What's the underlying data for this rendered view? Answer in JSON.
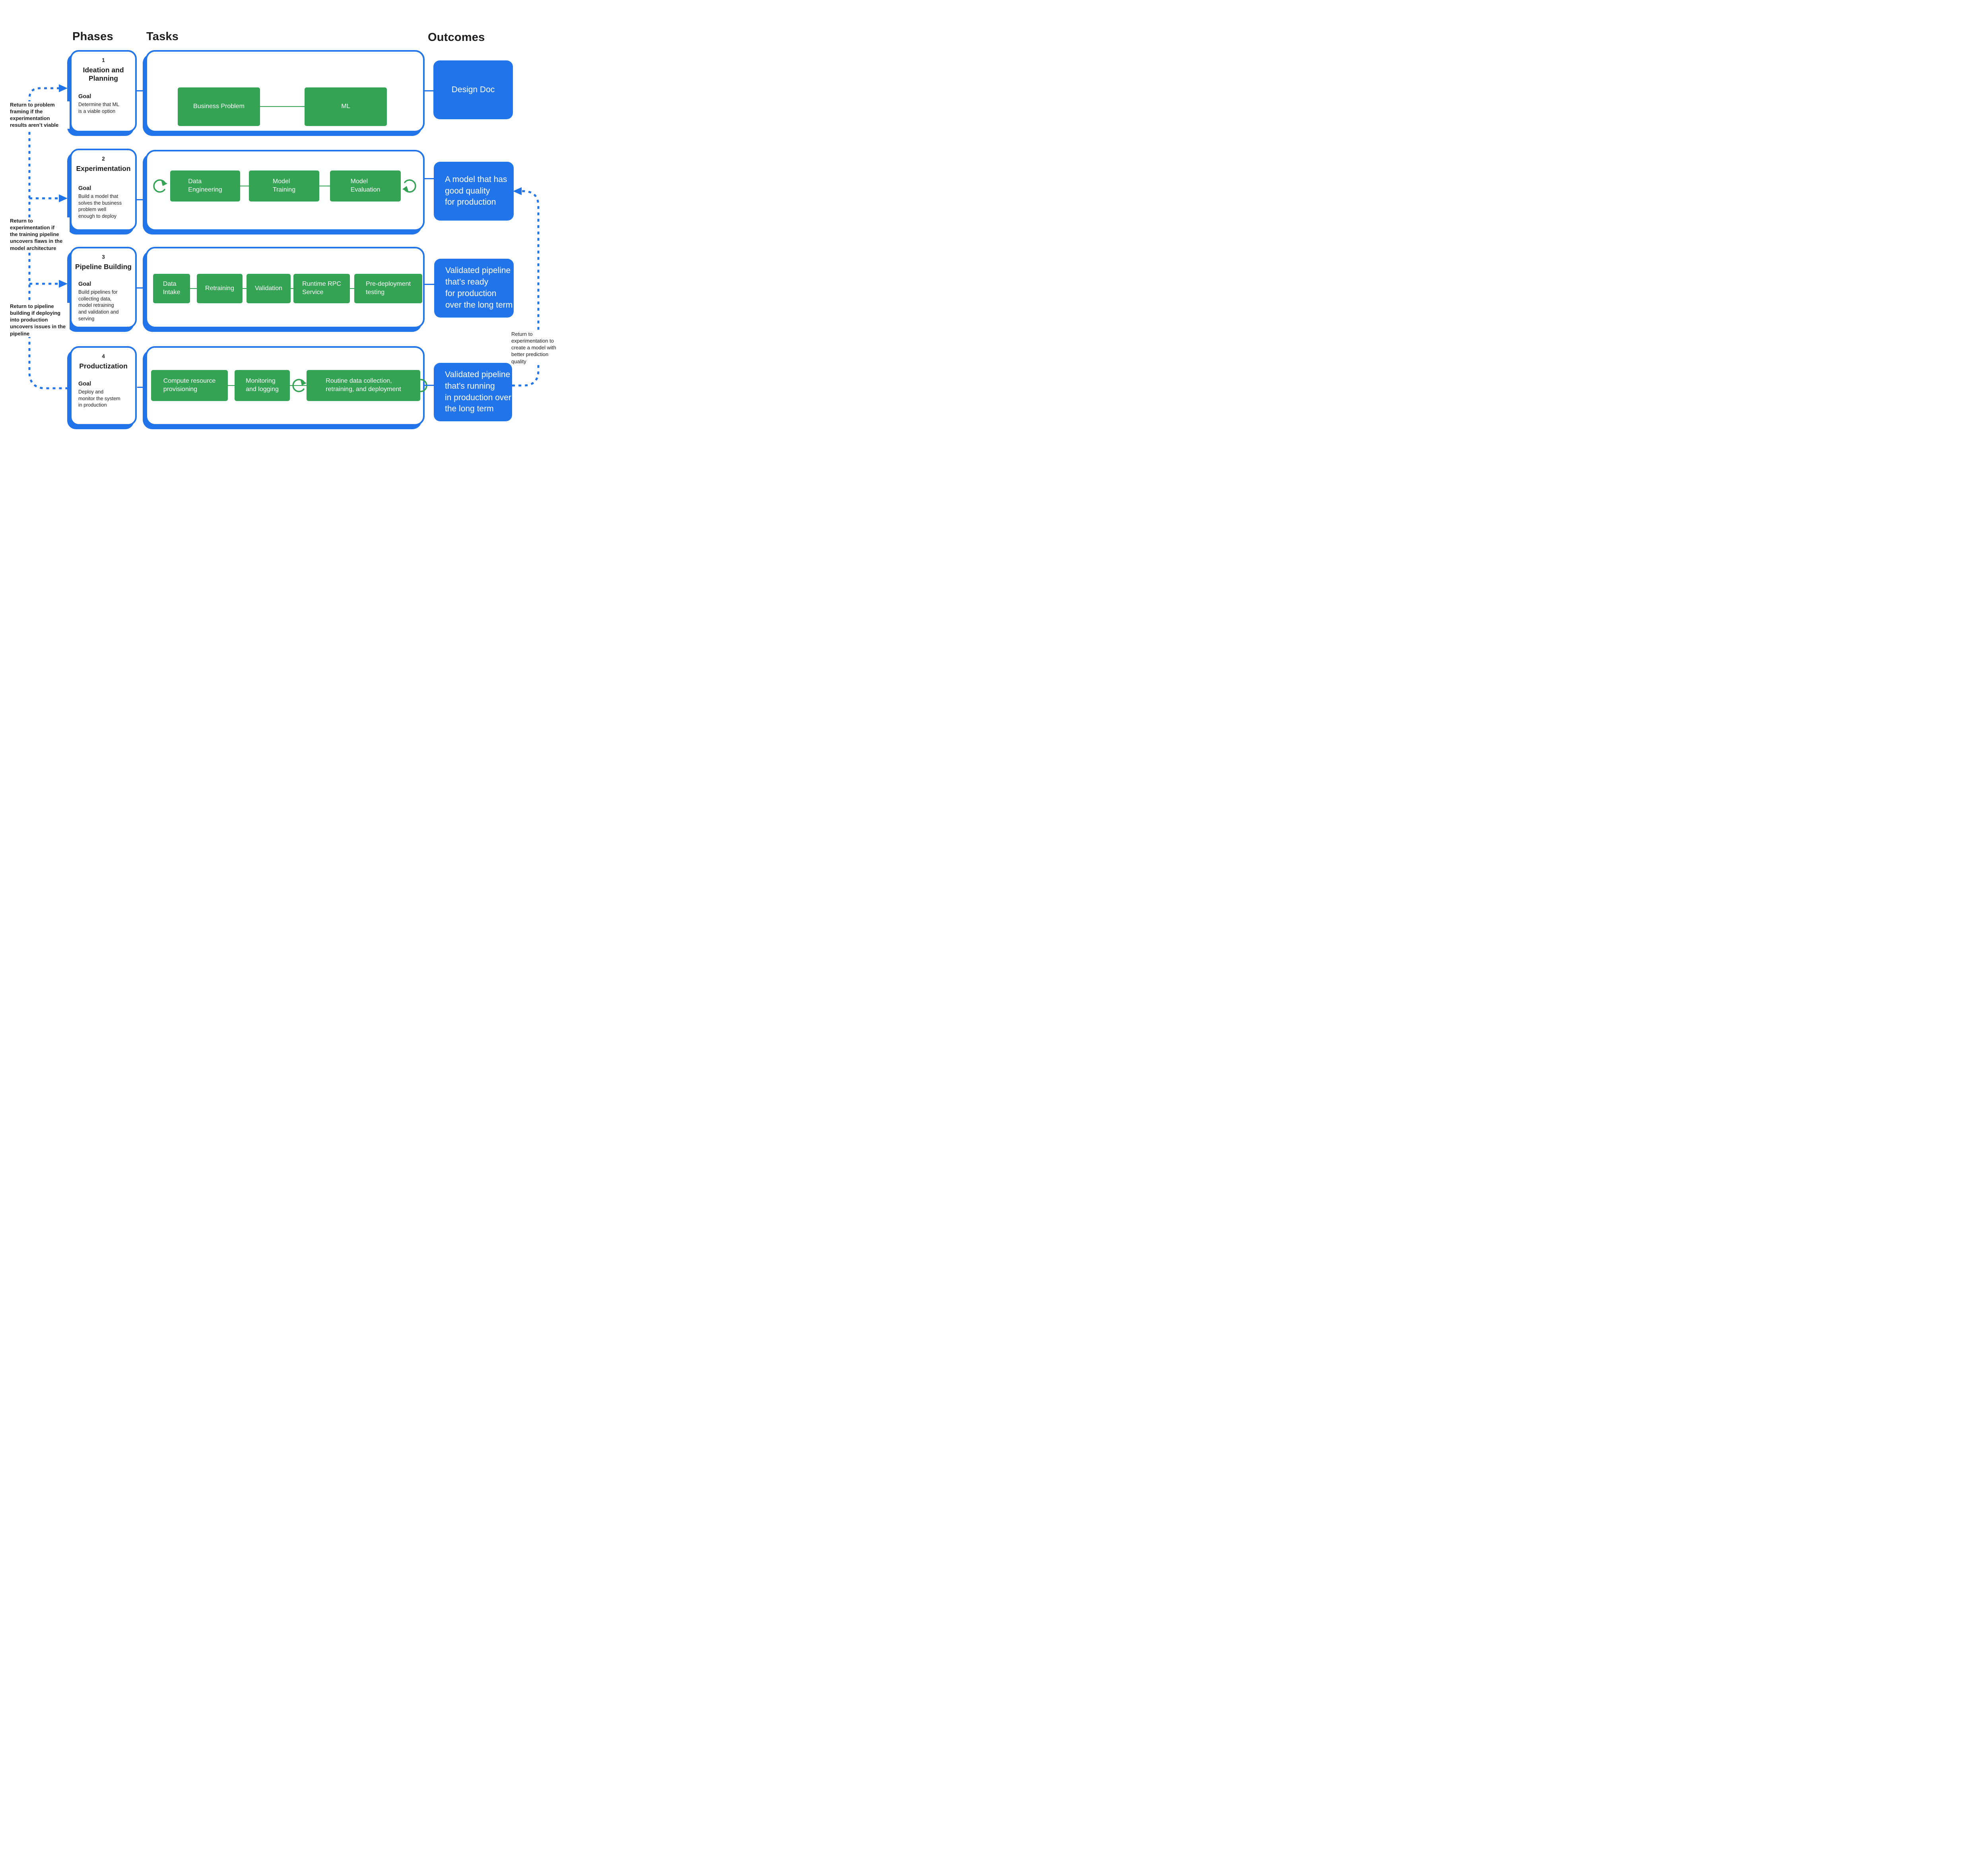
{
  "headers": {
    "phases": "Phases",
    "tasks": "Tasks",
    "outcomes": "Outcomes"
  },
  "colors": {
    "accent_blue": "#2174ea",
    "accent_green": "#34a353",
    "text": "#1d1d1f"
  },
  "phases": [
    {
      "number": "1",
      "title": "Ideation and\nPlanning",
      "goal_label": "Goal",
      "goal": "Determine that ML\nis a viable option",
      "tasks": [
        {
          "label": "Business Problem"
        },
        {
          "label": "ML"
        }
      ],
      "outcome": "Design Doc"
    },
    {
      "number": "2",
      "title": "Experimentation",
      "goal_label": "Goal",
      "goal": "Build a model that\nsolves the business\nproblem well\nenough to deploy",
      "tasks": [
        {
          "label": "Data\nEngineering"
        },
        {
          "label": "Model\nTraining"
        },
        {
          "label": "Model\nEvaluation"
        }
      ],
      "outcome": "A model that has\ngood quality\nfor production"
    },
    {
      "number": "3",
      "title": "Pipeline Building",
      "goal_label": "Goal",
      "goal": "Build pipelines for\ncollecting data,\nmodel retraining\nand validation and\nserving",
      "tasks": [
        {
          "label": "Data\nIntake"
        },
        {
          "label": "Retraining"
        },
        {
          "label": "Validation"
        },
        {
          "label": "Runtime RPC\nService"
        },
        {
          "label": "Pre-deployment\ntesting"
        }
      ],
      "outcome": "Validated pipeline\nthat’s ready\nfor production\nover the long term"
    },
    {
      "number": "4",
      "title": "Productization",
      "goal_label": "Goal",
      "goal": "Deploy and\nmonitor the system\nin production",
      "tasks": [
        {
          "label": "Compute resource\nprovisioning"
        },
        {
          "label": "Monitoring\nand logging"
        },
        {
          "label": "Routine data collection,\nretraining, and deployment"
        }
      ],
      "outcome": "Validated pipeline\nthat’s running\nin production over\nthe long term"
    }
  ],
  "annotations": {
    "left": [
      "Return to problem\nframing if the\nexperimentation\nresults aren’t viable",
      "Return to\nexperimentation if\nthe training pipeline\nuncovers flaws in the\nmodel architecture",
      "Return to pipeline\nbuilding if deploying\ninto production\nuncovers issues in the\npipeline"
    ],
    "right": "Return to\nexperimentation to\ncreate a model with\nbetter prediction\nquality"
  }
}
